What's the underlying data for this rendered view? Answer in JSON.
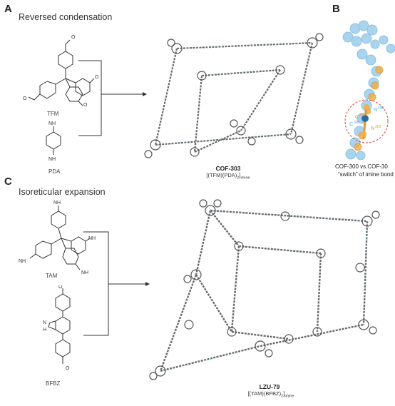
{
  "panels": {
    "a": {
      "letter": "A",
      "title": "Reversed condensation"
    },
    "b": {
      "letter": "B"
    },
    "c": {
      "letter": "C",
      "title": "Isoreticular expansion"
    }
  },
  "molecules": {
    "tfm": "TFM",
    "pda": "PDA",
    "tam": "TAM",
    "bfbz": "BFBZ"
  },
  "atom_labels": {
    "nh2": "NH",
    "nh2_sub": "2",
    "o": "O",
    "n": "N",
    "h": "H"
  },
  "products": {
    "cof303": {
      "name": "COF-303",
      "formula_pre": "[(TFM)(PDA)",
      "formula_n": "2",
      "formula_bracket": "]",
      "formula_sub": "imine"
    },
    "lzu79": {
      "name": "LZU-79",
      "formula_pre": "[(TAM)(BFBZ)",
      "formula_n": "2",
      "formula_bracket": "]",
      "formula_sub": "imine"
    }
  },
  "panel_b": {
    "caption_line1": "COF-300 vs.COF-30",
    "caption_line2": "“switch” of imine bond",
    "atom_labels": [
      {
        "el": "C",
        "sup": "300"
      },
      {
        "el": "N",
        "sup": "300"
      },
      {
        "el": "C",
        "sup": "303"
      },
      {
        "el": "N",
        "sup": "303"
      }
    ]
  },
  "colors": {
    "atom_c": "#6a6a6a",
    "atom_n": "#5cc4e8",
    "overlay_blue": "#a9d4ee",
    "overlay_orange": "#f2b04a",
    "highlight_ring": "#e2403c"
  }
}
